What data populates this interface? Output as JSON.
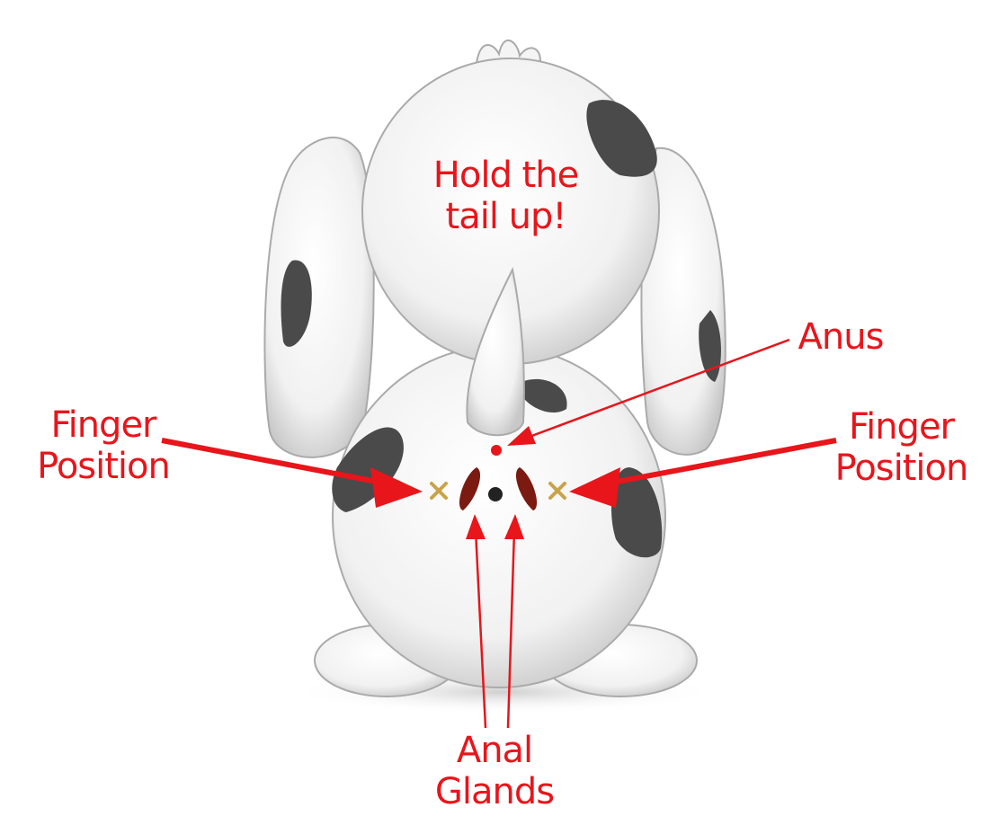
{
  "labels": {
    "hold_tail_line1": "Hold the",
    "hold_tail_line2": "tail up!",
    "anus": "Anus",
    "finger_left_line1": "Finger",
    "finger_left_line2": "Position",
    "finger_right_line1": "Finger",
    "finger_right_line2": "Position",
    "glands_line1": "Anal",
    "glands_line2": "Glands"
  },
  "colors": {
    "label_red": "#e8151b",
    "finger_mark": "#c9a24a",
    "gland": "#7a1a10",
    "spot": "#4a4a4a"
  }
}
